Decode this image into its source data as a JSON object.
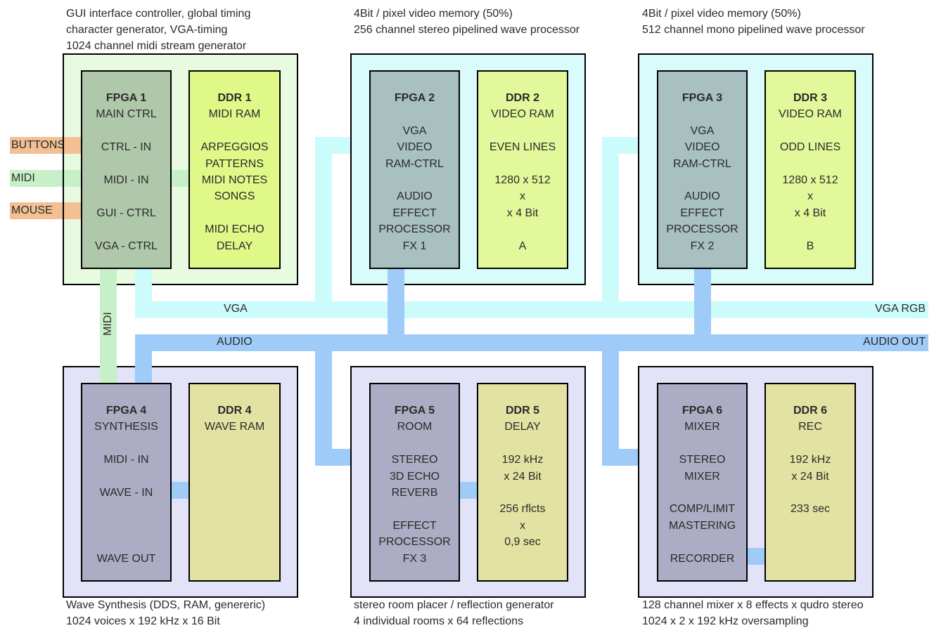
{
  "captions": {
    "m1": [
      "GUI interface controller,  global timing",
      "character generator, VGA-timing",
      "1024 channel midi stream generator"
    ],
    "m2": [
      "4Bit / pixel video memory (50%)",
      "256 channel stereo pipelined wave processor"
    ],
    "m3": [
      "4Bit / pixel video memory (50%)",
      "512 channel mono pipelined wave processor"
    ],
    "m4": [
      "Wave Synthesis (DDS, RAM, genereric)",
      "1024 voices x 192 kHz x 16 Bit"
    ],
    "m5": [
      "stereo room placer / reflection generator",
      "4 individual rooms  x  64 reflections"
    ],
    "m6": [
      "128 channel mixer x 8 effects x qudro stereo",
      "1024 x 2 x 192 kHz oversampling"
    ]
  },
  "inputs": {
    "buttons": "BUTTONS",
    "midi": "MIDI",
    "mouse": "MOUSE"
  },
  "bus_labels": {
    "vga": "VGA",
    "vga_rgb": "VGA RGB",
    "audio": "AUDIO",
    "audio_out": "AUDIO OUT",
    "midi": "MIDI"
  },
  "chips": {
    "fpga1": {
      "title": "FPGA 1",
      "lines": [
        "MAIN CTRL",
        "",
        "CTRL - IN",
        "",
        "MIDI - IN",
        "",
        "GUI - CTRL",
        "",
        "VGA - CTRL"
      ]
    },
    "ddr1": {
      "title": "DDR 1",
      "lines": [
        "MIDI RAM",
        "",
        "ARPEGGIOS",
        "PATTERNS",
        "MIDI NOTES",
        "SONGS",
        "",
        "MIDI ECHO",
        "DELAY"
      ]
    },
    "fpga2": {
      "title": "FPGA 2",
      "lines": [
        "",
        "VGA",
        "VIDEO",
        "RAM-CTRL",
        "",
        "AUDIO",
        "EFFECT",
        "PROCESSOR",
        "FX 1"
      ]
    },
    "ddr2": {
      "title": "DDR 2",
      "lines": [
        "VIDEO RAM",
        "",
        "EVEN LINES",
        "",
        "1280 x 512",
        "x",
        "x 4 Bit",
        "",
        "A"
      ]
    },
    "fpga3": {
      "title": "FPGA 3",
      "lines": [
        "",
        "VGA",
        "VIDEO",
        "RAM-CTRL",
        "",
        "AUDIO",
        "EFFECT",
        "PROCESSOR",
        "FX 2"
      ]
    },
    "ddr3": {
      "title": "DDR 3",
      "lines": [
        "VIDEO RAM",
        "",
        "ODD LINES",
        "",
        "1280 x 512",
        "x",
        "x 4 Bit",
        "",
        "B"
      ]
    },
    "fpga4": {
      "title": "FPGA 4",
      "lines": [
        "SYNTHESIS",
        "",
        "MIDI - IN",
        "",
        "WAVE - IN",
        "",
        "",
        "",
        "WAVE OUT"
      ]
    },
    "ddr4": {
      "title": "DDR 4",
      "lines": [
        "WAVE RAM"
      ]
    },
    "fpga5": {
      "title": "FPGA 5",
      "lines": [
        "ROOM",
        "",
        "STEREO",
        "3D ECHO",
        "REVERB",
        "",
        "EFFECT",
        "PROCESSOR",
        "FX 3"
      ]
    },
    "ddr5": {
      "title": "DDR 5",
      "lines": [
        "DELAY",
        "",
        "192 kHz",
        "x 24 Bit",
        "",
        "256 rflcts",
        "x",
        "0,9 sec"
      ]
    },
    "fpga6": {
      "title": "FPGA 6",
      "lines": [
        "MIXER",
        "",
        "STEREO",
        "MIXER",
        "",
        "COMP/LIMIT",
        "MASTERING",
        "",
        "RECORDER"
      ]
    },
    "ddr6": {
      "title": "DDR 6",
      "lines": [
        "REC",
        "",
        "192 kHz",
        "x 24 Bit",
        "",
        "233 sec"
      ]
    }
  },
  "colors": {
    "vga_bus": "#ccfbfb",
    "audio_bus": "#9ecbf8",
    "midi_bus": "#c8f0c8",
    "input_orange": "#f2c092",
    "fpga_top1": "#b0c8aa",
    "fpga_top": "#a8c0c0",
    "fpga_bottom": "#acacc4",
    "ddr_top1": "#e0f888",
    "ddr_top": "#e2f89a",
    "ddr_bottom": "#e2e2a2"
  }
}
